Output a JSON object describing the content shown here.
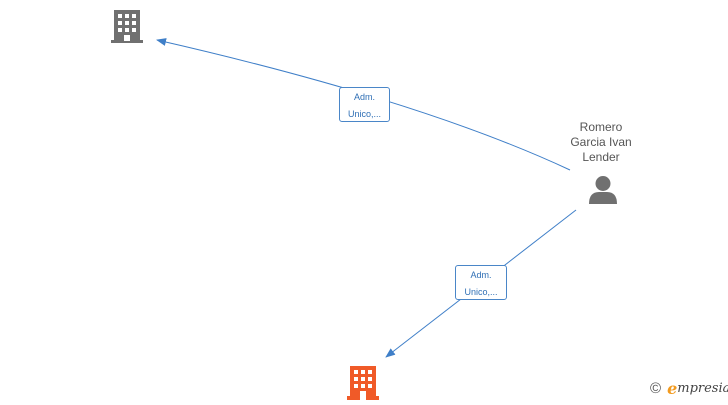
{
  "colors": {
    "edge": "#3f7fc8",
    "company_default": "#707070",
    "company_highlight": "#f05a28",
    "person": "#707070",
    "brand_accent": "#f29a1e"
  },
  "nodes": {
    "company_top": {
      "icon": "building-icon"
    },
    "company_bottom": {
      "icon": "building-icon"
    },
    "person": {
      "icon": "person-icon",
      "name_lines": [
        "Romero",
        "Garcia Ivan",
        "Lender"
      ]
    }
  },
  "edges": [
    {
      "label_lines": [
        "Adm.",
        "Unico,..."
      ]
    },
    {
      "label_lines": [
        "Adm.",
        "Unico,..."
      ]
    }
  ],
  "brand": {
    "copyright": "©",
    "initial": "e",
    "rest": "mpresia"
  }
}
